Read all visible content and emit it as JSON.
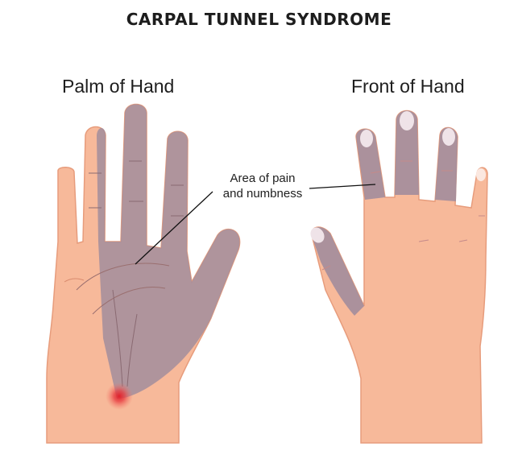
{
  "title": "CARPAL TUNNEL SYNDROME",
  "labels": {
    "palm": "Palm of Hand",
    "front": "Front of Hand"
  },
  "callout": {
    "line1": "Area of pain",
    "line2": "and numbness"
  },
  "colors": {
    "skin": "#f7b99a",
    "skin_outline": "#e79c7c",
    "numb_area": "#a28d9c",
    "nail": "#efe3e8",
    "pain_point": "#e0202a"
  }
}
